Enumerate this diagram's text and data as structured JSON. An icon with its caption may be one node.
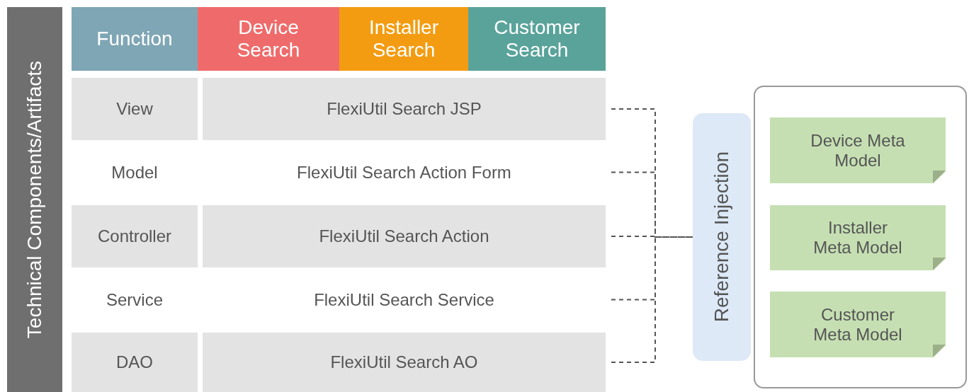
{
  "diagram": {
    "nodes": [
      {
        "text": [
          "Technical Components/Artifacts"
        ]
      },
      {
        "text": [
          "Function"
        ]
      },
      {
        "text": [
          "Device Search"
        ]
      },
      {
        "text": [
          "Installer Search"
        ]
      },
      {
        "text": [
          "Customer Search"
        ]
      },
      {
        "text": [
          "View"
        ]
      },
      {
        "text": [
          "FlexiUtil Search JSP"
        ]
      },
      {
        "text": [
          "Model"
        ]
      },
      {
        "text": [
          "FlexiUtil Search Action Form"
        ]
      },
      {
        "text": [
          "Controller"
        ]
      },
      {
        "text": [
          "FlexiUtil Search Action"
        ]
      },
      {
        "text": [
          "Service"
        ]
      },
      {
        "text": [
          "FlexiUtil Search Service"
        ]
      },
      {
        "text": [
          "DAO"
        ]
      },
      {
        "text": [
          "FlexiUtil Search AO"
        ]
      },
      {
        "text": [],
        "shape": "box"
      },
      {
        "text": [
          "Reference Injection"
        ]
      },
      {
        "text": [
          "Device Meta Model"
        ],
        "in": 15
      },
      {
        "text": [
          "Installer Meta Model"
        ],
        "in": 15
      },
      {
        "text": [
          "Customer Meta Model"
        ],
        "in": 15
      }
    ],
    "edges": [
      {
        "from": 6,
        "to": 16,
        "arrow": "none",
        "style": "dashed"
      },
      {
        "from": 8,
        "to": 16,
        "arrow": "none",
        "style": "dashed"
      },
      {
        "from": 10,
        "to": 16,
        "arrow": "none",
        "style": "dashed"
      },
      {
        "from": 12,
        "to": 16,
        "arrow": "none",
        "style": "dashed"
      },
      {
        "from": 14,
        "to": 16,
        "arrow": "none",
        "style": "dashed"
      }
    ]
  }
}
